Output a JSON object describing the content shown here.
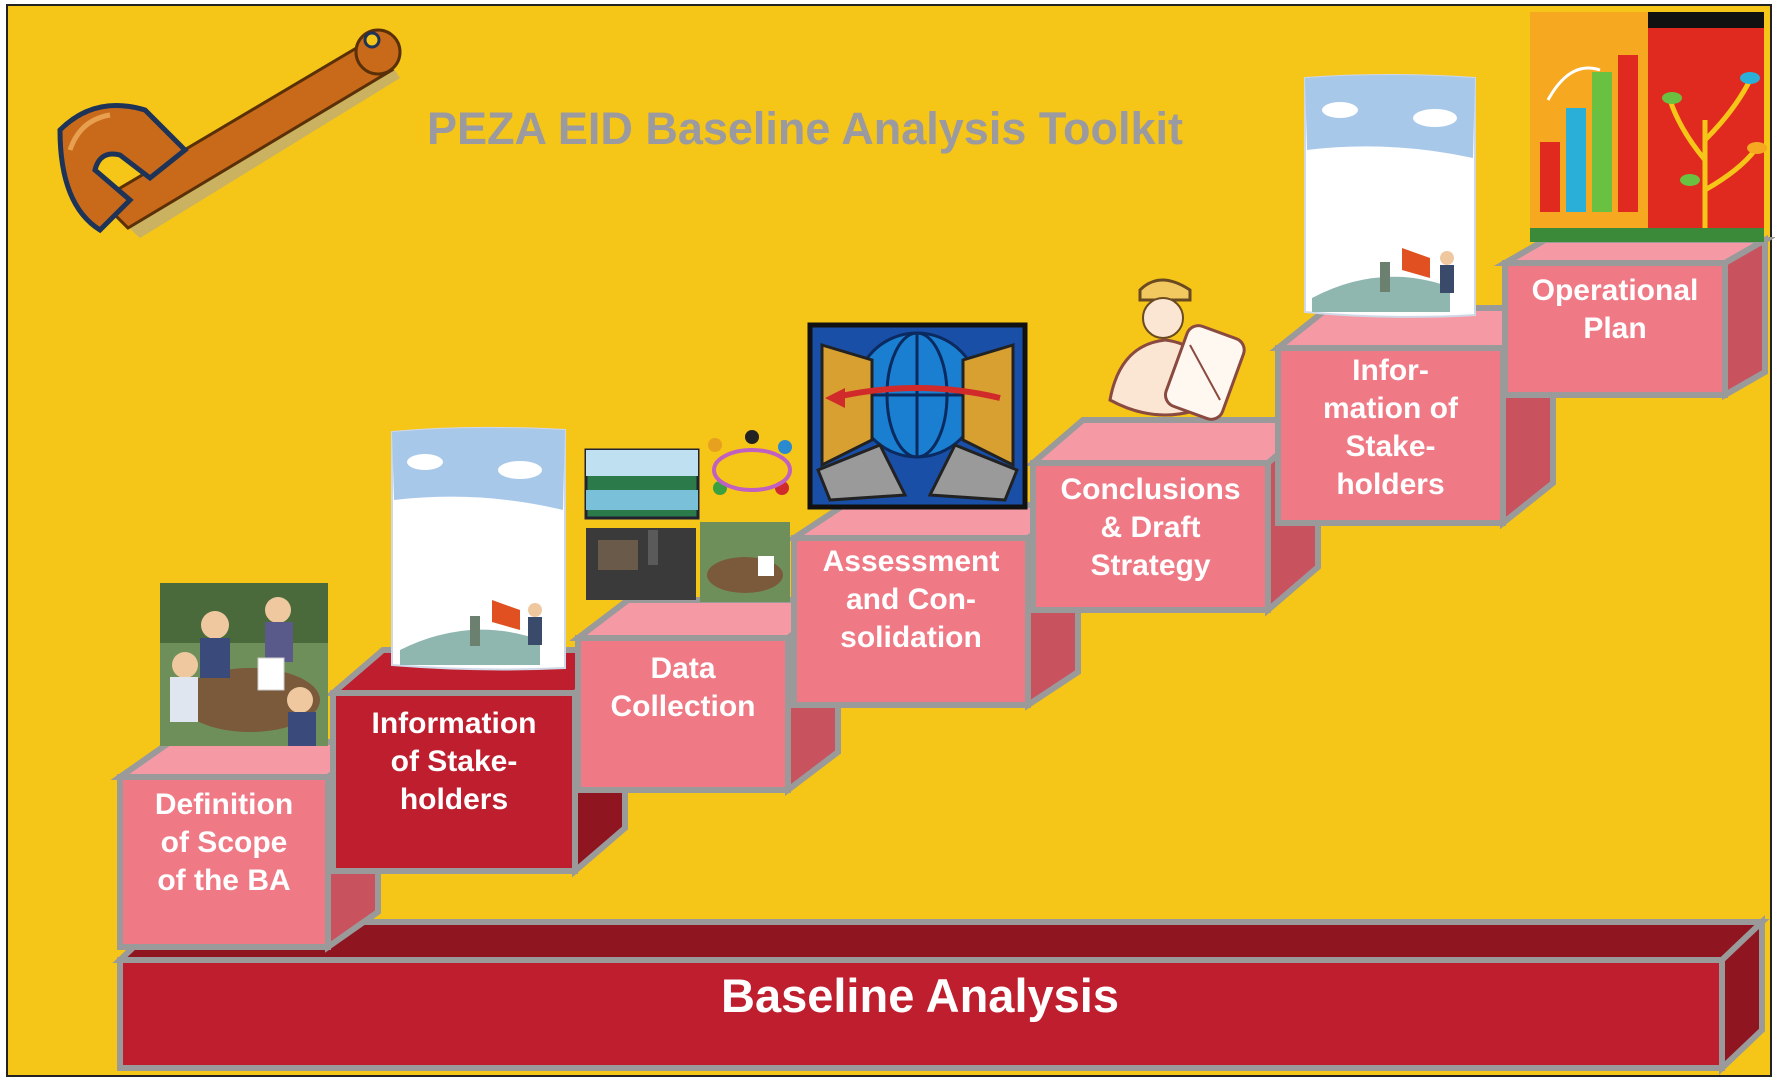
{
  "title": "PEZA EID Baseline Analysis Toolkit",
  "base_label": "Baseline Analysis",
  "steps": [
    {
      "label": "Definition\nof Scope\nof the BA",
      "icon": "meeting-clipart-icon"
    },
    {
      "label": "Information\nof Stake-\nholders",
      "icon": "document-announcer-icon"
    },
    {
      "label": "Data\nCollection",
      "icon": "data-collage-icon"
    },
    {
      "label": "Assessment\nand Con-\nsolidation",
      "icon": "globe-computers-icon"
    },
    {
      "label": "Conclusions\n& Draft\nStrategy",
      "icon": "engineer-blueprint-icon"
    },
    {
      "label": "Infor-\nmation of\nStake-\nholders",
      "icon": "document-announcer-icon"
    },
    {
      "label": "Operational\nPlan",
      "icon": "growth-chart-tree-icon"
    }
  ],
  "colors": {
    "background": "#f5c518",
    "step_face": "#ef7a86",
    "step_highlight": "#be1e2d",
    "base": "#be1e2d",
    "border": "#9a9a9a",
    "title": "#9a9aa0"
  }
}
